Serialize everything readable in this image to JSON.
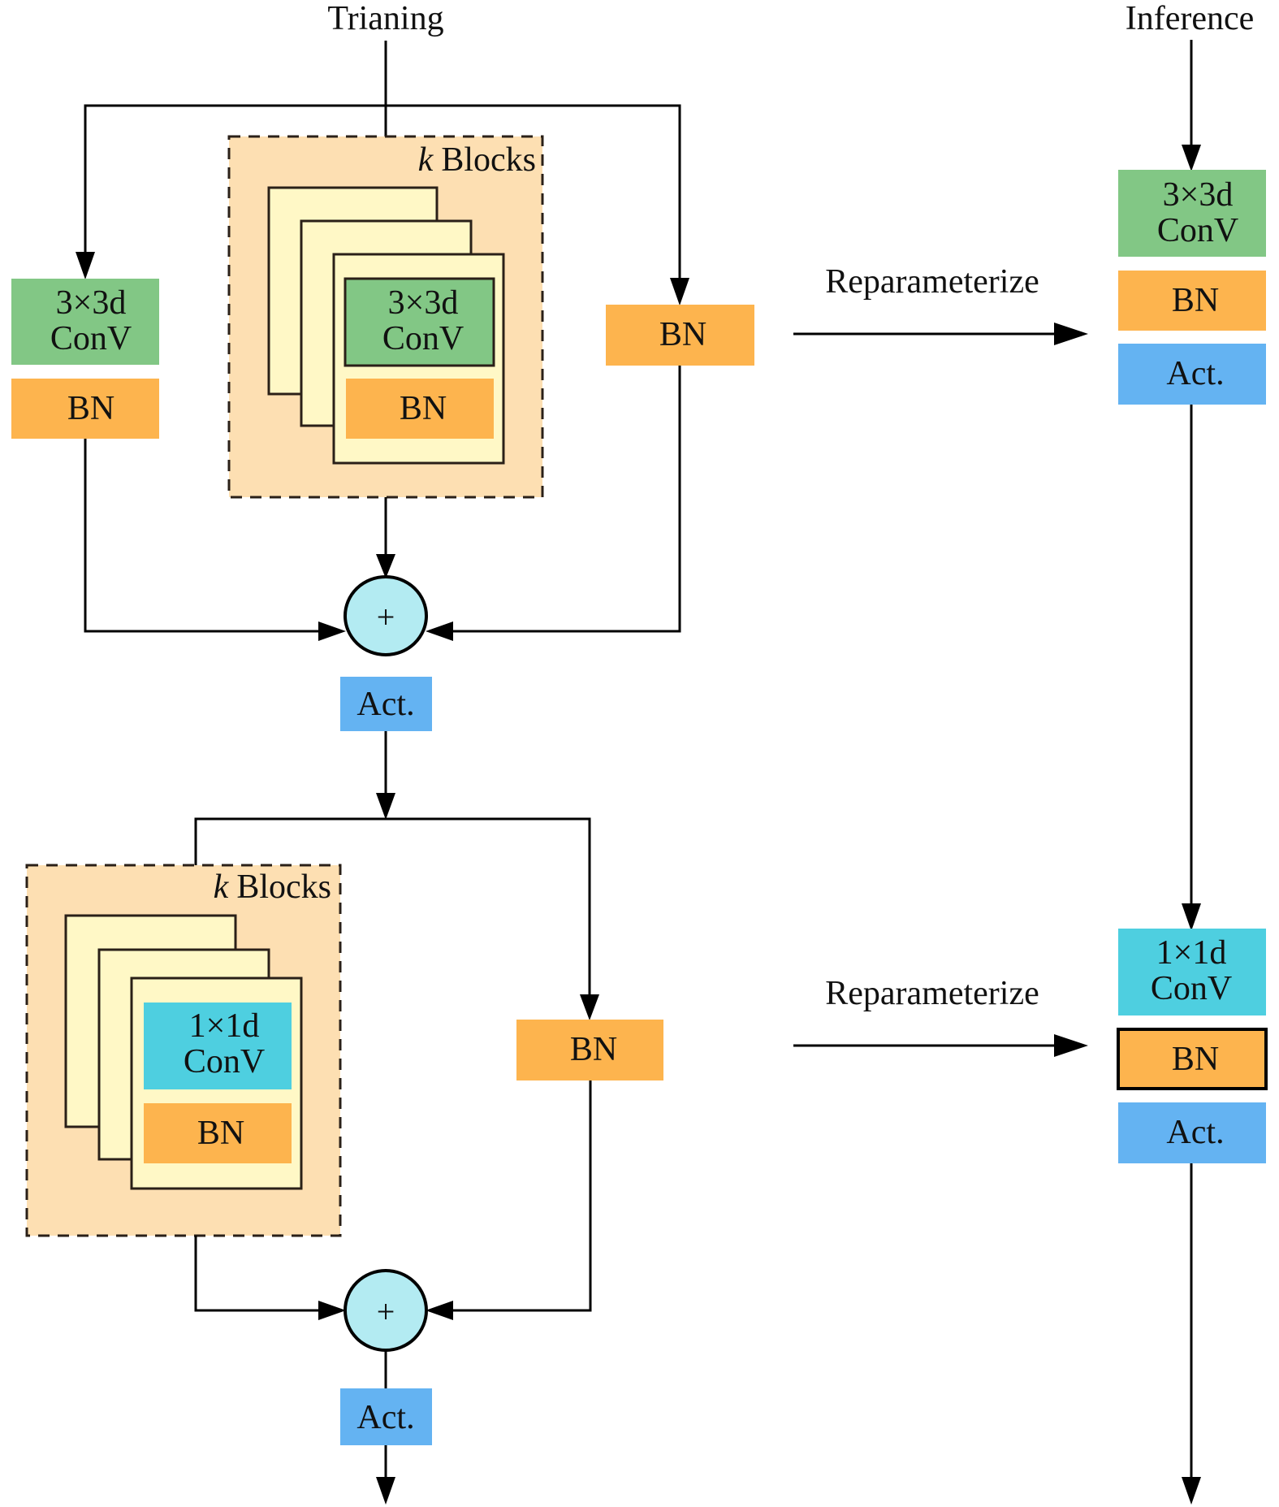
{
  "colors": {
    "conv3": "#82C785",
    "conv1": "#4ECFE0",
    "bn": "#FDB44E",
    "act": "#64B3F2",
    "sum": "#B3EBF2",
    "group": "#FDDFB2",
    "card": "#FFF8C6",
    "line": "#000000"
  },
  "headers": {
    "training": "Trianing",
    "inference": "Inference"
  },
  "training": {
    "stage1": {
      "left_branch": {
        "conv_line1": "3×3d",
        "conv_line2": "ConV",
        "bn": "BN"
      },
      "group": {
        "k": "k",
        "label": "Blocks",
        "conv_line1": "3×3d",
        "conv_line2": "ConV",
        "bn": "BN"
      },
      "right_branch": {
        "bn": "BN"
      },
      "sum": "+",
      "act": "Act."
    },
    "stage2": {
      "group": {
        "k": "k",
        "label": "Blocks",
        "conv_line1": "1×1d",
        "conv_line2": "ConV",
        "bn": "BN"
      },
      "right_branch": {
        "bn": "BN"
      },
      "sum": "+",
      "act": "Act."
    }
  },
  "reparam": {
    "arrow1": "Reparameterize",
    "arrow2": "Reparameterize"
  },
  "inference": {
    "stage1": {
      "conv_line1": "3×3d",
      "conv_line2": "ConV",
      "bn": "BN",
      "act": "Act."
    },
    "stage2": {
      "conv_line1": "1×1d",
      "conv_line2": "ConV",
      "bn": "BN",
      "act": "Act."
    }
  }
}
